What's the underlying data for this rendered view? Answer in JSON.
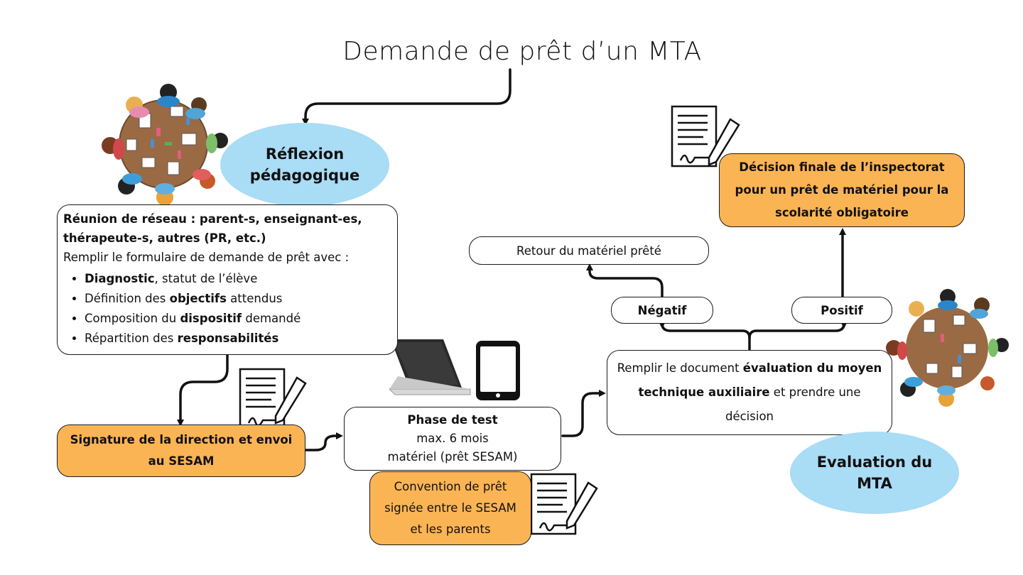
{
  "title": "Demande de prêt d’un MTA",
  "reflexion": {
    "line1": "Réflexion",
    "line2": "pédagogique"
  },
  "reunion": {
    "heading": "Réunion de réseau : parent-s, enseignant-es, thérapeute-s, autres (PR, etc.)",
    "intro": "Remplir le formulaire de demande de prêt avec :",
    "bullets": [
      {
        "bold": "Diagnostic",
        "rest": ", statut de l’élève",
        "pre": ""
      },
      {
        "pre": "Définition des ",
        "bold": "objectifs",
        "rest": " attendus"
      },
      {
        "pre": "Composition du ",
        "bold": "dispositif",
        "rest": " demandé"
      },
      {
        "pre": "Répartition des ",
        "bold": "responsabilités",
        "rest": ""
      }
    ]
  },
  "signature": {
    "text": "Signature de la direction et envoi au SESAM"
  },
  "test": {
    "heading": "Phase de test",
    "line2": "max. 6 mois",
    "line3": "matériel (prêt SESAM)"
  },
  "convention": {
    "text": "Convention de prêt signée entre le SESAM et les parents"
  },
  "evaluation_doc": {
    "pre": "Remplir le document ",
    "bold": "évaluation du moyen technique auxiliaire",
    "rest": " et prendre une décision"
  },
  "evaluation_ellipse": {
    "line1": "Evaluation du",
    "line2": "MTA"
  },
  "negatif": "Négatif",
  "positif": "Positif",
  "retour": "Retour du matériel prêté",
  "decision": "Décision finale de l’inspectorat pour un prêt de matériel pour la scolarité obligatoire",
  "colors": {
    "orange": "#fbb454",
    "blue": "#a9dcf5",
    "table": "#9a6a44"
  },
  "icons": [
    "meeting-table-illustration",
    "document-sign-icon",
    "laptop-icon",
    "tablet-icon"
  ]
}
